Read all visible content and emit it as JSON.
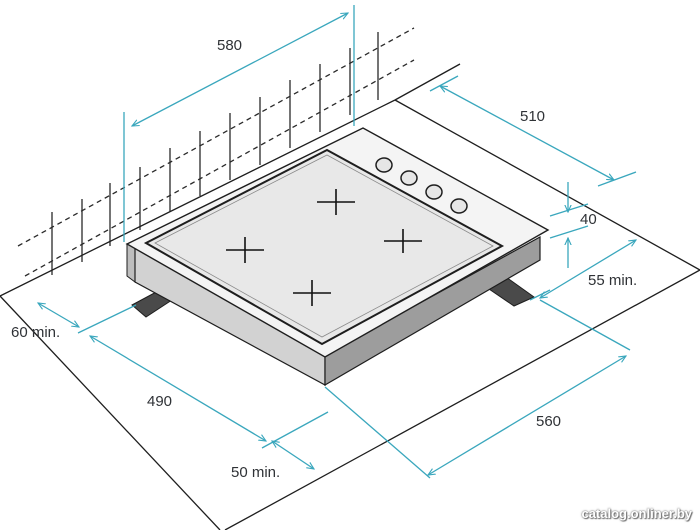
{
  "dimensions": {
    "width_top": "580",
    "depth_top": "510",
    "height": "40",
    "clearance_right": "55 min.",
    "clearance_left": "60 min.",
    "cutout_width": "490",
    "cutout_depth": "560",
    "clearance_front": "50 min."
  },
  "watermark": "catalog.onliner.by",
  "colors": {
    "dimension_line": "#3aa7bd",
    "outline": "#1e1e1e",
    "hob_glass": "#e8e8e8",
    "text": "#2f3236"
  },
  "icons": {
    "burner": "cross-burner-icon",
    "control_knob": "circle-knob-icon"
  }
}
